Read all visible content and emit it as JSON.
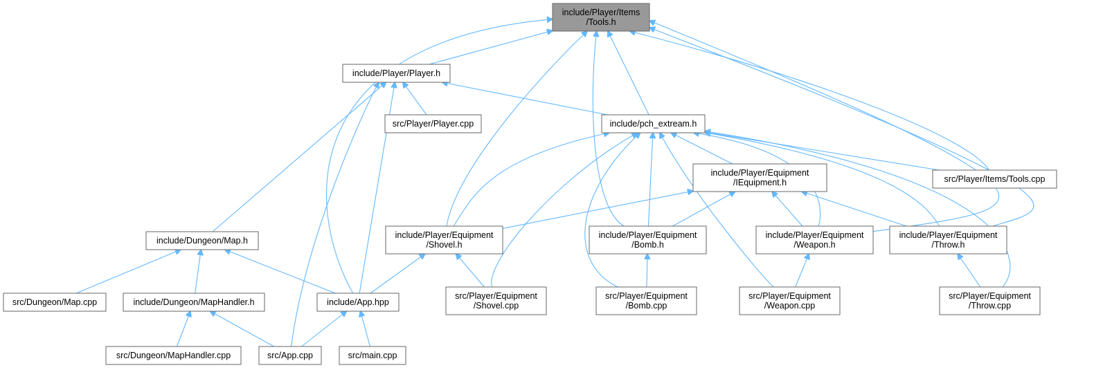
{
  "colors": {
    "edge": "#63b8ff",
    "root_fill": "#999999",
    "node_border": "#666666"
  },
  "nodes": [
    {
      "id": "tools_h",
      "lines": [
        "include/Player/Items",
        "/Tools.h"
      ],
      "root": true
    },
    {
      "id": "player_h",
      "lines": [
        "include/Player/Player.h"
      ]
    },
    {
      "id": "player_cpp",
      "lines": [
        "src/Player/Player.cpp"
      ]
    },
    {
      "id": "pch",
      "lines": [
        "include/pch_extream.h"
      ]
    },
    {
      "id": "iequip_h",
      "lines": [
        "include/Player/Equipment",
        "/IEquipment.h"
      ]
    },
    {
      "id": "tools_cpp",
      "lines": [
        "src/Player/Items/Tools.cpp"
      ]
    },
    {
      "id": "map_h",
      "lines": [
        "include/Dungeon/Map.h"
      ]
    },
    {
      "id": "shovel_h",
      "lines": [
        "include/Player/Equipment",
        "/Shovel.h"
      ]
    },
    {
      "id": "bomb_h",
      "lines": [
        "include/Player/Equipment",
        "/Bomb.h"
      ]
    },
    {
      "id": "weapon_h",
      "lines": [
        "include/Player/Equipment",
        "/Weapon.h"
      ]
    },
    {
      "id": "throw_h",
      "lines": [
        "include/Player/Equipment",
        "/Throw.h"
      ]
    },
    {
      "id": "map_cpp",
      "lines": [
        "src/Dungeon/Map.cpp"
      ]
    },
    {
      "id": "maphandler_h",
      "lines": [
        "include/Dungeon/MapHandler.h"
      ]
    },
    {
      "id": "app_hpp",
      "lines": [
        "include/App.hpp"
      ]
    },
    {
      "id": "shovel_cpp",
      "lines": [
        "src/Player/Equipment",
        "/Shovel.cpp"
      ]
    },
    {
      "id": "bomb_cpp",
      "lines": [
        "src/Player/Equipment",
        "/Bomb.cpp"
      ]
    },
    {
      "id": "weapon_cpp",
      "lines": [
        "src/Player/Equipment",
        "/Weapon.cpp"
      ]
    },
    {
      "id": "throw_cpp",
      "lines": [
        "src/Player/Equipment",
        "/Throw.cpp"
      ]
    },
    {
      "id": "maphandler_cpp",
      "lines": [
        "src/Dungeon/MapHandler.cpp"
      ]
    },
    {
      "id": "app_cpp",
      "lines": [
        "src/App.cpp"
      ]
    },
    {
      "id": "main_cpp",
      "lines": [
        "src/main.cpp"
      ]
    }
  ],
  "edges": [
    [
      "player_h",
      "tools_h"
    ],
    [
      "pch",
      "tools_h"
    ],
    [
      "shovel_h",
      "tools_h"
    ],
    [
      "bomb_h",
      "tools_h"
    ],
    [
      "weapon_h",
      "tools_h"
    ],
    [
      "throw_h",
      "tools_h"
    ],
    [
      "tools_cpp",
      "tools_h"
    ],
    [
      "app_hpp",
      "tools_h"
    ],
    [
      "player_cpp",
      "player_h"
    ],
    [
      "pch",
      "player_h"
    ],
    [
      "map_h",
      "player_h"
    ],
    [
      "app_hpp",
      "player_h"
    ],
    [
      "app_cpp",
      "player_h"
    ],
    [
      "iequip_h",
      "pch"
    ],
    [
      "tools_cpp",
      "pch"
    ],
    [
      "shovel_h",
      "pch"
    ],
    [
      "bomb_h",
      "pch"
    ],
    [
      "weapon_h",
      "pch"
    ],
    [
      "throw_h",
      "pch"
    ],
    [
      "shovel_cpp",
      "pch"
    ],
    [
      "bomb_cpp",
      "pch"
    ],
    [
      "weapon_cpp",
      "pch"
    ],
    [
      "throw_cpp",
      "pch"
    ],
    [
      "shovel_h",
      "iequip_h"
    ],
    [
      "bomb_h",
      "iequip_h"
    ],
    [
      "weapon_h",
      "iequip_h"
    ],
    [
      "throw_h",
      "iequip_h"
    ],
    [
      "map_cpp",
      "map_h"
    ],
    [
      "maphandler_h",
      "map_h"
    ],
    [
      "app_hpp",
      "map_h"
    ],
    [
      "app_hpp",
      "shovel_h"
    ],
    [
      "shovel_cpp",
      "shovel_h"
    ],
    [
      "bomb_cpp",
      "bomb_h"
    ],
    [
      "weapon_cpp",
      "weapon_h"
    ],
    [
      "throw_cpp",
      "throw_h"
    ],
    [
      "maphandler_cpp",
      "maphandler_h"
    ],
    [
      "app_cpp",
      "maphandler_h"
    ],
    [
      "app_cpp",
      "app_hpp"
    ],
    [
      "main_cpp",
      "app_hpp"
    ]
  ]
}
